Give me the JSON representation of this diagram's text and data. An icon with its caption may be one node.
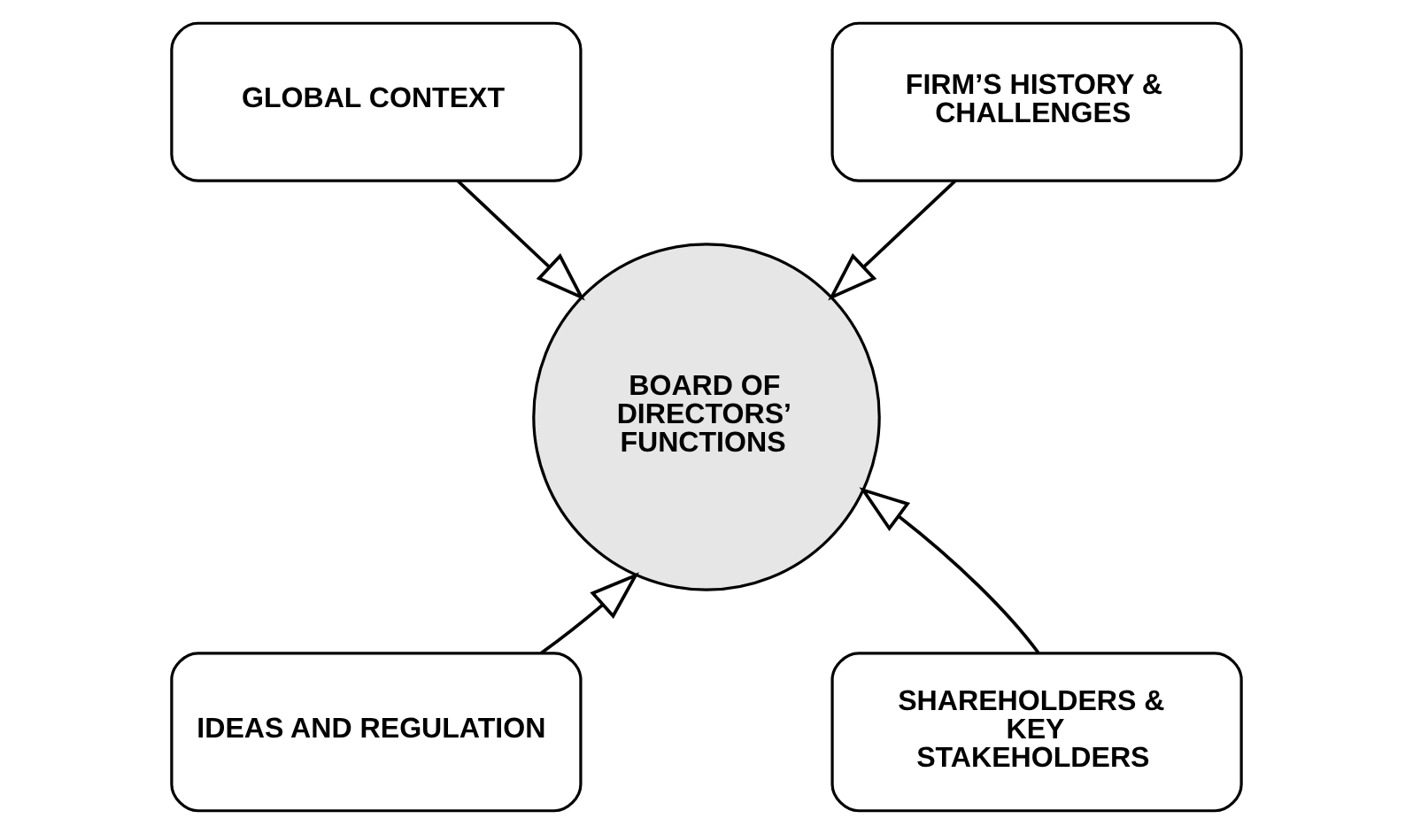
{
  "diagram": {
    "nodes": [
      {
        "text": [
          "GLOBAL CONTEXT"
        ]
      },
      {
        "text": [
          "FIRM’S HISTORY & CHALLENGES"
        ]
      },
      {
        "text": [
          "BOARD OF DIRECTORS’ FUNCTIONS"
        ]
      },
      {
        "text": [
          "IDEAS AND REGULATION"
        ]
      },
      {
        "text": [
          "SHAREHOLDERS & KEY STAKEHOLDERS"
        ]
      }
    ],
    "edges": [
      {
        "from": 0,
        "to": 2,
        "arrow": "to"
      },
      {
        "from": 1,
        "to": 2,
        "arrow": "to"
      },
      {
        "from": 3,
        "to": 2,
        "arrow": "to"
      },
      {
        "from": 4,
        "to": 2,
        "arrow": "to"
      }
    ]
  }
}
